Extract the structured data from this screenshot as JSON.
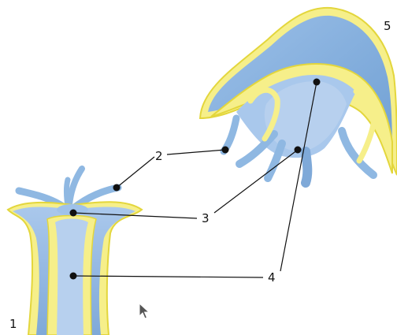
{
  "labels": {
    "organism_left": "1",
    "organism_right": "5",
    "tentacles": "2",
    "mouth": "3",
    "cavity": "4"
  },
  "colors": {
    "body_blue": "#8fb8e2",
    "body_blue_light": "#b7d0ee",
    "mesoglea_yellow": "#f6ef8a",
    "outline_yellow": "#e3d63c",
    "leader_line": "#111111"
  },
  "icons": {
    "cursor": "mouse-pointer-icon"
  }
}
